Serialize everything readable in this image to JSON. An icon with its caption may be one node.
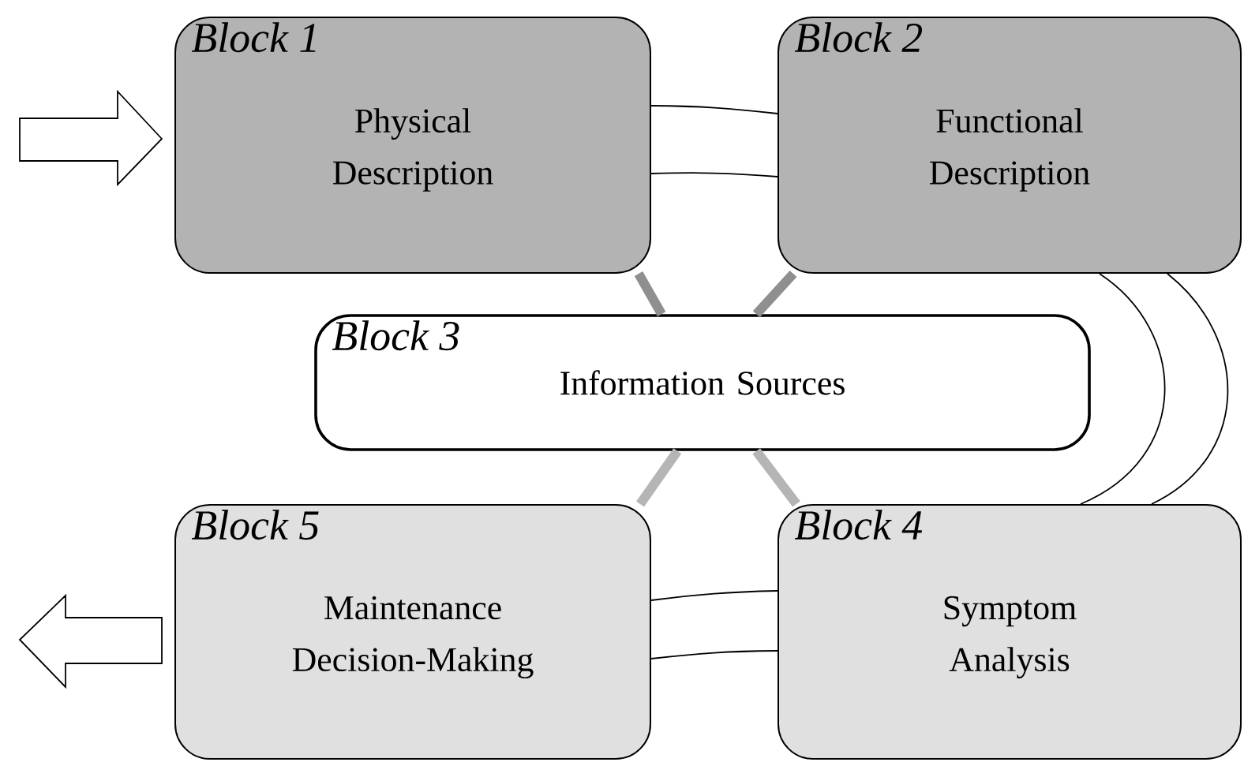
{
  "diagram": {
    "nodes": [
      {
        "text": [
          "Block 1",
          "Physical Description"
        ]
      },
      {
        "text": [
          "Block 2",
          "Functional Description"
        ]
      },
      {
        "text": [
          "Block 3",
          "Information Sources"
        ]
      },
      {
        "text": [
          "Block 4",
          "Symptom Analysis"
        ]
      },
      {
        "text": [
          "Block 5",
          "Maintenance Decision-Making"
        ]
      }
    ],
    "edges": [
      {
        "from": 0,
        "to": 1,
        "arrow": "none",
        "color": "#000000"
      },
      {
        "from": 1,
        "to": 3,
        "arrow": "none",
        "color": "#000000"
      },
      {
        "from": 3,
        "to": 4,
        "arrow": "none",
        "color": "#000000"
      },
      {
        "from": 0,
        "to": 2,
        "arrow": "none",
        "color": "#8f8f8f"
      },
      {
        "from": 1,
        "to": 2,
        "arrow": "none",
        "color": "#8f8f8f"
      },
      {
        "from": 2,
        "to": 4,
        "arrow": "none",
        "color": "#b5b5b5"
      },
      {
        "from": 2,
        "to": 3,
        "arrow": "none",
        "color": "#b5b5b5"
      },
      {
        "from": null,
        "to": 0,
        "arrow": "to"
      },
      {
        "from": 4,
        "to": null,
        "arrow": "to"
      }
    ]
  }
}
